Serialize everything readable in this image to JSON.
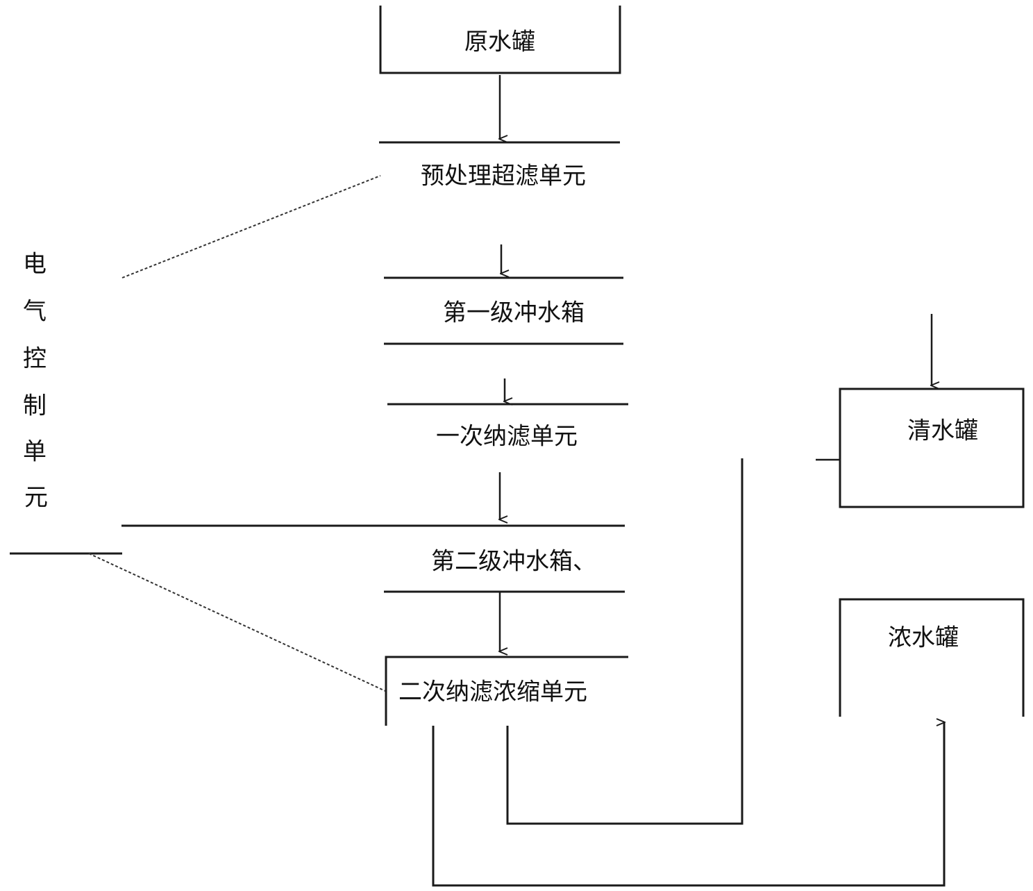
{
  "nodes": {
    "raw_tank": "原水罐",
    "pretreat_uf": "预处理超滤单元",
    "buffer1": "第一级冲水箱",
    "nf1": "一次纳滤单元",
    "buffer2": "第二级冲水箱、",
    "nf2_concentrate": "二次纳滤浓缩单元",
    "clean_tank": "清水罐",
    "conc_tank": "浓水罐",
    "electric_control": [
      "电",
      "气",
      "控",
      "制",
      "单",
      "元"
    ]
  },
  "colors": {
    "line": "#1a1a1a",
    "dash": "#333333"
  }
}
